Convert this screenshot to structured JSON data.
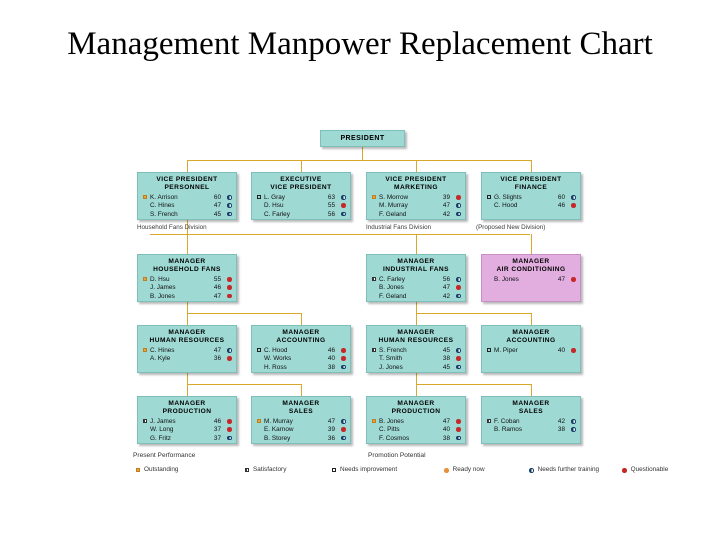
{
  "slide": {
    "title": "Management Manpower Replacement Chart"
  },
  "colors": {
    "box_fill": "#9ed9d4",
    "box_fill_proposed": "#e2aee0",
    "connector": "#d8a72c",
    "outstanding": "#e8a33d",
    "ready_now": "#e8903a",
    "questionable": "#c62828",
    "needs_training": "#123d66"
  },
  "chart_data": {
    "type": "org-chart",
    "title": "Management Manpower Replacement Chart",
    "legend": {
      "present_performance": {
        "title": "Present Performance",
        "items": [
          {
            "label": "Outstanding",
            "glyph": "square-full"
          },
          {
            "label": "Satisfactory",
            "glyph": "square-half"
          },
          {
            "label": "Needs improvement",
            "glyph": "square-open"
          }
        ]
      },
      "promotion_potential": {
        "title": "Promotion Potential",
        "items": [
          {
            "label": "Ready now",
            "glyph": "circle-full"
          },
          {
            "label": "Needs further training",
            "glyph": "circle-half"
          },
          {
            "label": "Questionable",
            "glyph": "circle-red"
          }
        ]
      }
    },
    "division_labels": [
      "Household Fans Division",
      "Industrial Fans Division",
      "(Proposed New Division)"
    ],
    "nodes": [
      {
        "id": "president",
        "title": "PRESIDENT",
        "subtitle": "",
        "proposed": false,
        "people": []
      },
      {
        "id": "vp-personnel",
        "title": "VICE PRESIDENT",
        "subtitle": "PERSONNEL",
        "proposed": false,
        "people": [
          {
            "name": "K. Arrison",
            "age": "60",
            "performance": "square-full",
            "potential": "circle-half"
          },
          {
            "name": "C. Hines",
            "age": "47",
            "performance": "",
            "potential": "circle-half"
          },
          {
            "name": "S. French",
            "age": "45",
            "performance": "",
            "potential": "circle-half"
          }
        ]
      },
      {
        "id": "exec-vp",
        "title": "EXECUTIVE",
        "subtitle": "VICE PRESIDENT",
        "proposed": false,
        "people": [
          {
            "name": "L. Gray",
            "age": "63",
            "performance": "square-open",
            "potential": "circle-half"
          },
          {
            "name": "D. Hsu",
            "age": "55",
            "performance": "",
            "potential": "circle-red"
          },
          {
            "name": "C. Farley",
            "age": "56",
            "performance": "",
            "potential": "circle-half"
          }
        ]
      },
      {
        "id": "vp-marketing",
        "title": "VICE PRESIDENT",
        "subtitle": "MARKETING",
        "proposed": false,
        "people": [
          {
            "name": "S. Morrow",
            "age": "39",
            "performance": "square-full",
            "potential": "circle-red"
          },
          {
            "name": "M. Murray",
            "age": "47",
            "performance": "",
            "potential": "circle-half"
          },
          {
            "name": "F. Geland",
            "age": "42",
            "performance": "",
            "potential": "circle-half"
          }
        ]
      },
      {
        "id": "vp-finance",
        "title": "VICE PRESIDENT",
        "subtitle": "FINANCE",
        "proposed": false,
        "people": [
          {
            "name": "G. Slights",
            "age": "60",
            "performance": "square-open",
            "potential": "circle-half"
          },
          {
            "name": "C. Hood",
            "age": "46",
            "performance": "",
            "potential": "circle-red"
          }
        ]
      },
      {
        "id": "mgr-household-fans",
        "title": "MANAGER",
        "subtitle": "HOUSEHOLD FANS",
        "proposed": false,
        "people": [
          {
            "name": "D. Hsu",
            "age": "55",
            "performance": "square-full",
            "potential": "circle-red"
          },
          {
            "name": "J. James",
            "age": "46",
            "performance": "",
            "potential": "circle-red"
          },
          {
            "name": "B. Jones",
            "age": "47",
            "performance": "",
            "potential": "circle-red"
          }
        ]
      },
      {
        "id": "mgr-industrial-fans",
        "title": "MANAGER",
        "subtitle": "INDUSTRIAL FANS",
        "proposed": false,
        "people": [
          {
            "name": "C. Farley",
            "age": "56",
            "performance": "square-half",
            "potential": "circle-half"
          },
          {
            "name": "B. Jones",
            "age": "47",
            "performance": "",
            "potential": "circle-red"
          },
          {
            "name": "F. Geland",
            "age": "42",
            "performance": "",
            "potential": "circle-half"
          }
        ]
      },
      {
        "id": "mgr-air-conditioning",
        "title": "MANAGER",
        "subtitle": "AIR CONDITIONING",
        "proposed": true,
        "people": [
          {
            "name": "B. Jones",
            "age": "47",
            "performance": "",
            "potential": "circle-red"
          }
        ]
      },
      {
        "id": "mgr-hr-household",
        "title": "MANAGER",
        "subtitle": "HUMAN RESOURCES",
        "proposed": false,
        "people": [
          {
            "name": "C. Hines",
            "age": "47",
            "performance": "square-full",
            "potential": "circle-half"
          },
          {
            "name": "A. Kyle",
            "age": "36",
            "performance": "",
            "potential": "circle-red"
          }
        ]
      },
      {
        "id": "mgr-accounting-household",
        "title": "MANAGER",
        "subtitle": "ACCOUNTING",
        "proposed": false,
        "people": [
          {
            "name": "C. Hood",
            "age": "46",
            "performance": "square-open",
            "potential": "circle-red"
          },
          {
            "name": "W. Works",
            "age": "40",
            "performance": "",
            "potential": "circle-red"
          },
          {
            "name": "H. Ross",
            "age": "38",
            "performance": "",
            "potential": "circle-half"
          }
        ]
      },
      {
        "id": "mgr-hr-industrial",
        "title": "MANAGER",
        "subtitle": "HUMAN RESOURCES",
        "proposed": false,
        "people": [
          {
            "name": "S. French",
            "age": "45",
            "performance": "square-half",
            "potential": "circle-half"
          },
          {
            "name": "T. Smith",
            "age": "38",
            "performance": "",
            "potential": "circle-red"
          },
          {
            "name": "J. Jones",
            "age": "45",
            "performance": "",
            "potential": "circle-half"
          }
        ]
      },
      {
        "id": "mgr-accounting-industrial",
        "title": "MANAGER",
        "subtitle": "ACCOUNTING",
        "proposed": false,
        "people": [
          {
            "name": "M. Piper",
            "age": "40",
            "performance": "square-open",
            "potential": "circle-red"
          }
        ]
      },
      {
        "id": "mgr-production-household",
        "title": "MANAGER",
        "subtitle": "PRODUCTION",
        "proposed": false,
        "people": [
          {
            "name": "J. James",
            "age": "46",
            "performance": "square-half",
            "potential": "circle-red"
          },
          {
            "name": "W. Long",
            "age": "37",
            "performance": "",
            "potential": "circle-red"
          },
          {
            "name": "G. Fritz",
            "age": "37",
            "performance": "",
            "potential": "circle-half"
          }
        ]
      },
      {
        "id": "mgr-sales-household",
        "title": "MANAGER",
        "subtitle": "SALES",
        "proposed": false,
        "people": [
          {
            "name": "M. Murray",
            "age": "47",
            "performance": "square-full",
            "potential": "circle-half"
          },
          {
            "name": "E. Karnow",
            "age": "39",
            "performance": "",
            "potential": "circle-red"
          },
          {
            "name": "B. Storey",
            "age": "36",
            "performance": "",
            "potential": "circle-half"
          }
        ]
      },
      {
        "id": "mgr-production-industrial",
        "title": "MANAGER",
        "subtitle": "PRODUCTION",
        "proposed": false,
        "people": [
          {
            "name": "B. Jones",
            "age": "47",
            "performance": "square-full",
            "potential": "circle-red"
          },
          {
            "name": "C. Pitts",
            "age": "40",
            "performance": "",
            "potential": "circle-red"
          },
          {
            "name": "F. Cosmos",
            "age": "38",
            "performance": "",
            "potential": "circle-half"
          }
        ]
      },
      {
        "id": "mgr-sales-industrial",
        "title": "MANAGER",
        "subtitle": "SALES",
        "proposed": false,
        "people": [
          {
            "name": "F. Coban",
            "age": "42",
            "performance": "square-half",
            "potential": "circle-half"
          },
          {
            "name": "B. Ramos",
            "age": "38",
            "performance": "",
            "potential": "circle-half"
          }
        ]
      }
    ]
  }
}
